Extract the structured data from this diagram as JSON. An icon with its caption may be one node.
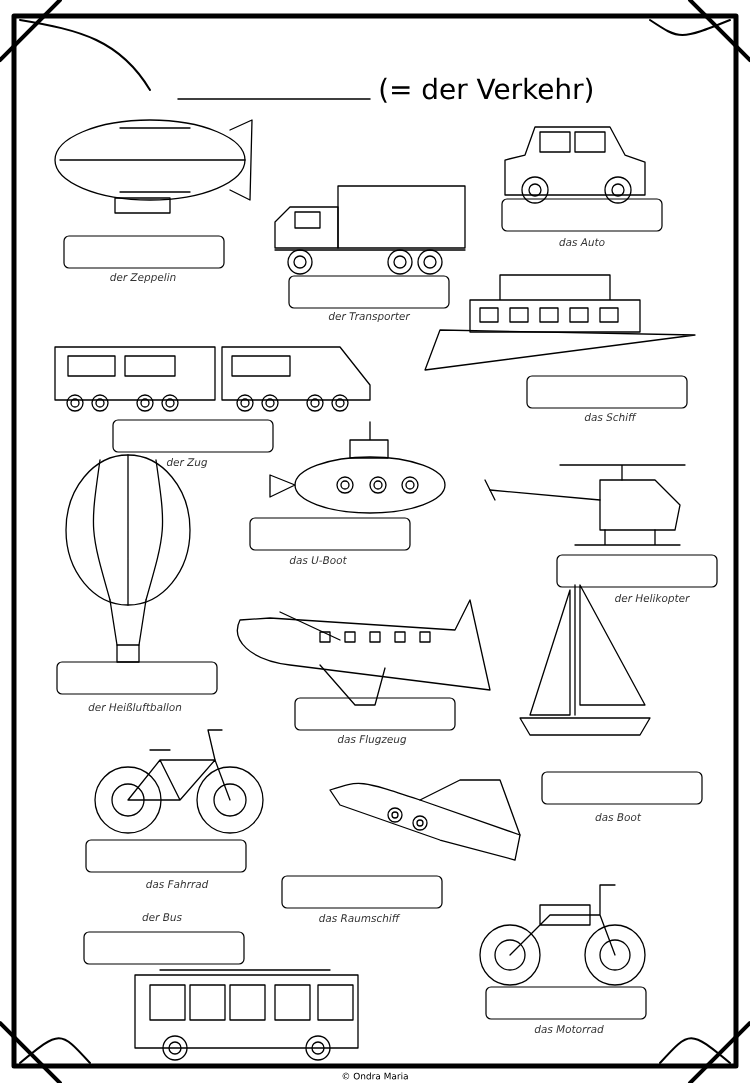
{
  "diagram": {
    "title": "(= der Verkehr)",
    "labels": [
      "der Zeppelin",
      "das Auto",
      "der Transporter",
      "das Schiff",
      "der Zug",
      "das U-Boot",
      "der Helikopter",
      "der Heißluftballon",
      "das Flugzeug",
      "das Boot",
      "das Fahrrad",
      "das Raumschiff",
      "der Bus",
      "das Motorrad",
      "© Ondra Maria"
    ]
  }
}
